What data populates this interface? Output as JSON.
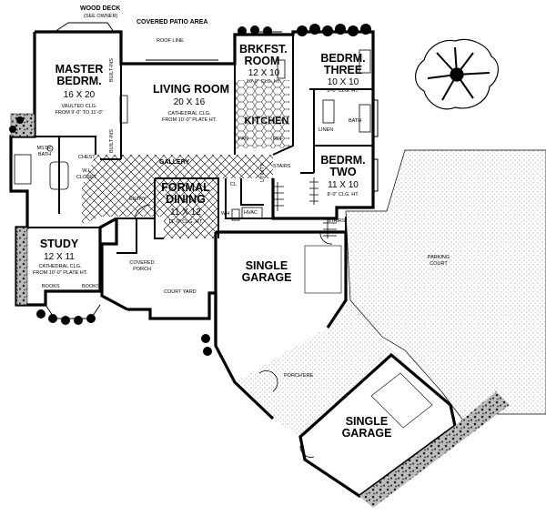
{
  "notes": {
    "wood_deck": "WOOD DECK",
    "wood_deck_sub": "(SEE OWNER)",
    "covered_patio": "COVERED PATIO AREA",
    "roof_line": "ROOF LINE"
  },
  "rooms": {
    "master": {
      "name_1": "MASTER",
      "name_2": "BEDRM.",
      "size": "16 X 20",
      "ceiling_1": "VAULTED CLG.",
      "ceiling_2": "FROM 9'-0\" TO 11'-0\""
    },
    "living": {
      "name": "LIVING ROOM",
      "size": "20 X 16",
      "ceiling_1": "CATHEDRAL CLG.",
      "ceiling_2": "FROM 10'-0\" PLATE HT."
    },
    "brkfst": {
      "name_1": "BRKFST.",
      "name_2": "ROOM",
      "size": "12 X 10",
      "ceiling": "10'-0\" CLG. HT."
    },
    "kitchen": {
      "name": "KITCHEN"
    },
    "bedrm3": {
      "name_1": "BEDRM.",
      "name_2": "THREE",
      "size": "10 X 10",
      "ceiling": "8'-0\" CLG. HT."
    },
    "bedrm2": {
      "name_1": "BEDRM.",
      "name_2": "TWO",
      "size": "11 X 10",
      "ceiling": "8'-0\" CLG. HT."
    },
    "dining": {
      "name_1": "FORMAL",
      "name_2": "DINING",
      "size": "11 X 12",
      "ceiling": "11'-0\" CLG. HT."
    },
    "study": {
      "name": "STUDY",
      "size": "12 X 11",
      "ceiling_1": "CATHEDRAL CLG.",
      "ceiling_2": "FROM 10'-0\" PLATE HT."
    },
    "garage1": {
      "name_1": "SINGLE",
      "name_2": "GARAGE"
    },
    "garage2": {
      "name_1": "SINGLE",
      "name_2": "GARAGE"
    }
  },
  "small_labels": {
    "gallery": "GALLERY",
    "entry": "ENTRY",
    "covered_porch_1": "COVERED",
    "covered_porch_2": "PORCH",
    "court_yard": "COURT YARD",
    "parking_court": "PARKING COURT",
    "porte_cochere": "PORCH'ERE",
    "stairs_1": "STAIRS",
    "stairs_2": "STAIRS",
    "utility": "UTILITY",
    "mstr_bath_1": "MSTR.",
    "mstr_bath_2": "BATH",
    "wi_closet_1": "W.I.",
    "wi_closet_2": "CLOSET",
    "chest": "CHEST",
    "bath": "BATH",
    "linen": "LINEN",
    "built_ins_1": "BUILT-INS",
    "built_ins_2": "BUILT-INS",
    "books_1": "BOOKS",
    "books_2": "BOOKS",
    "wh": "WH",
    "hvac": "HVAC",
    "closet": "CL",
    "pantry": "PAN",
    "ref": "REF"
  }
}
